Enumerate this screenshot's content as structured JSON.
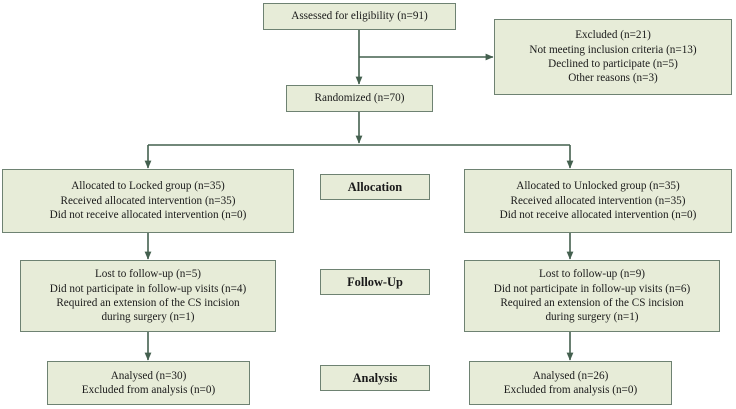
{
  "diagram": {
    "title": "CONSORT participant flow diagram",
    "style": {
      "box_fill": "#e7ecd8",
      "box_border": "#6e8272",
      "connector": "#44604f",
      "text": "#1a1a1a",
      "background": "#ffffff"
    },
    "nodes": {
      "assessed": {
        "name": "assessed-for-eligibility-box",
        "lines": [
          "Assessed for eligibility (n=91)"
        ]
      },
      "excluded": {
        "name": "excluded-box",
        "lines": [
          "Excluded (n=21)",
          "Not meeting inclusion criteria (n=13)",
          "Declined to participate (n=5)",
          "Other reasons (n=3)"
        ]
      },
      "randomized": {
        "name": "randomized-box",
        "lines": [
          "Randomized (n=70)"
        ]
      },
      "allocated_left": {
        "name": "allocated-locked-group-box",
        "lines": [
          "Allocated to Locked group (n=35)",
          "Received allocated intervention (n=35)",
          "Did not receive allocated intervention (n=0)"
        ]
      },
      "allocated_right": {
        "name": "allocated-unlocked-group-box",
        "lines": [
          "Allocated to Unlocked group (n=35)",
          "Received allocated intervention (n=35)",
          "Did not receive allocated intervention (n=0)"
        ]
      },
      "followup_left": {
        "name": "followup-locked-group-box",
        "lines": [
          "Lost to follow-up (n=5)",
          "Did not participate in follow-up visits (n=4)",
          "Required an extension of the CS incision",
          "during surgery (n=1)"
        ]
      },
      "followup_right": {
        "name": "followup-unlocked-group-box",
        "lines": [
          "Lost to follow-up (n=9)",
          "Did not participate in follow-up visits (n=6)",
          "Required an extension of the CS incision",
          "during surgery (n=1)"
        ]
      },
      "analysis_left": {
        "name": "analysis-locked-group-box",
        "lines": [
          "Analysed (n=30)",
          "Excluded from analysis (n=0)"
        ]
      },
      "analysis_right": {
        "name": "analysis-unlocked-group-box",
        "lines": [
          "Analysed (n=26)",
          "Excluded from analysis (n=0)"
        ]
      }
    },
    "stages": {
      "allocation": "Allocation",
      "followup": "Follow-Up",
      "analysis": "Analysis"
    }
  }
}
